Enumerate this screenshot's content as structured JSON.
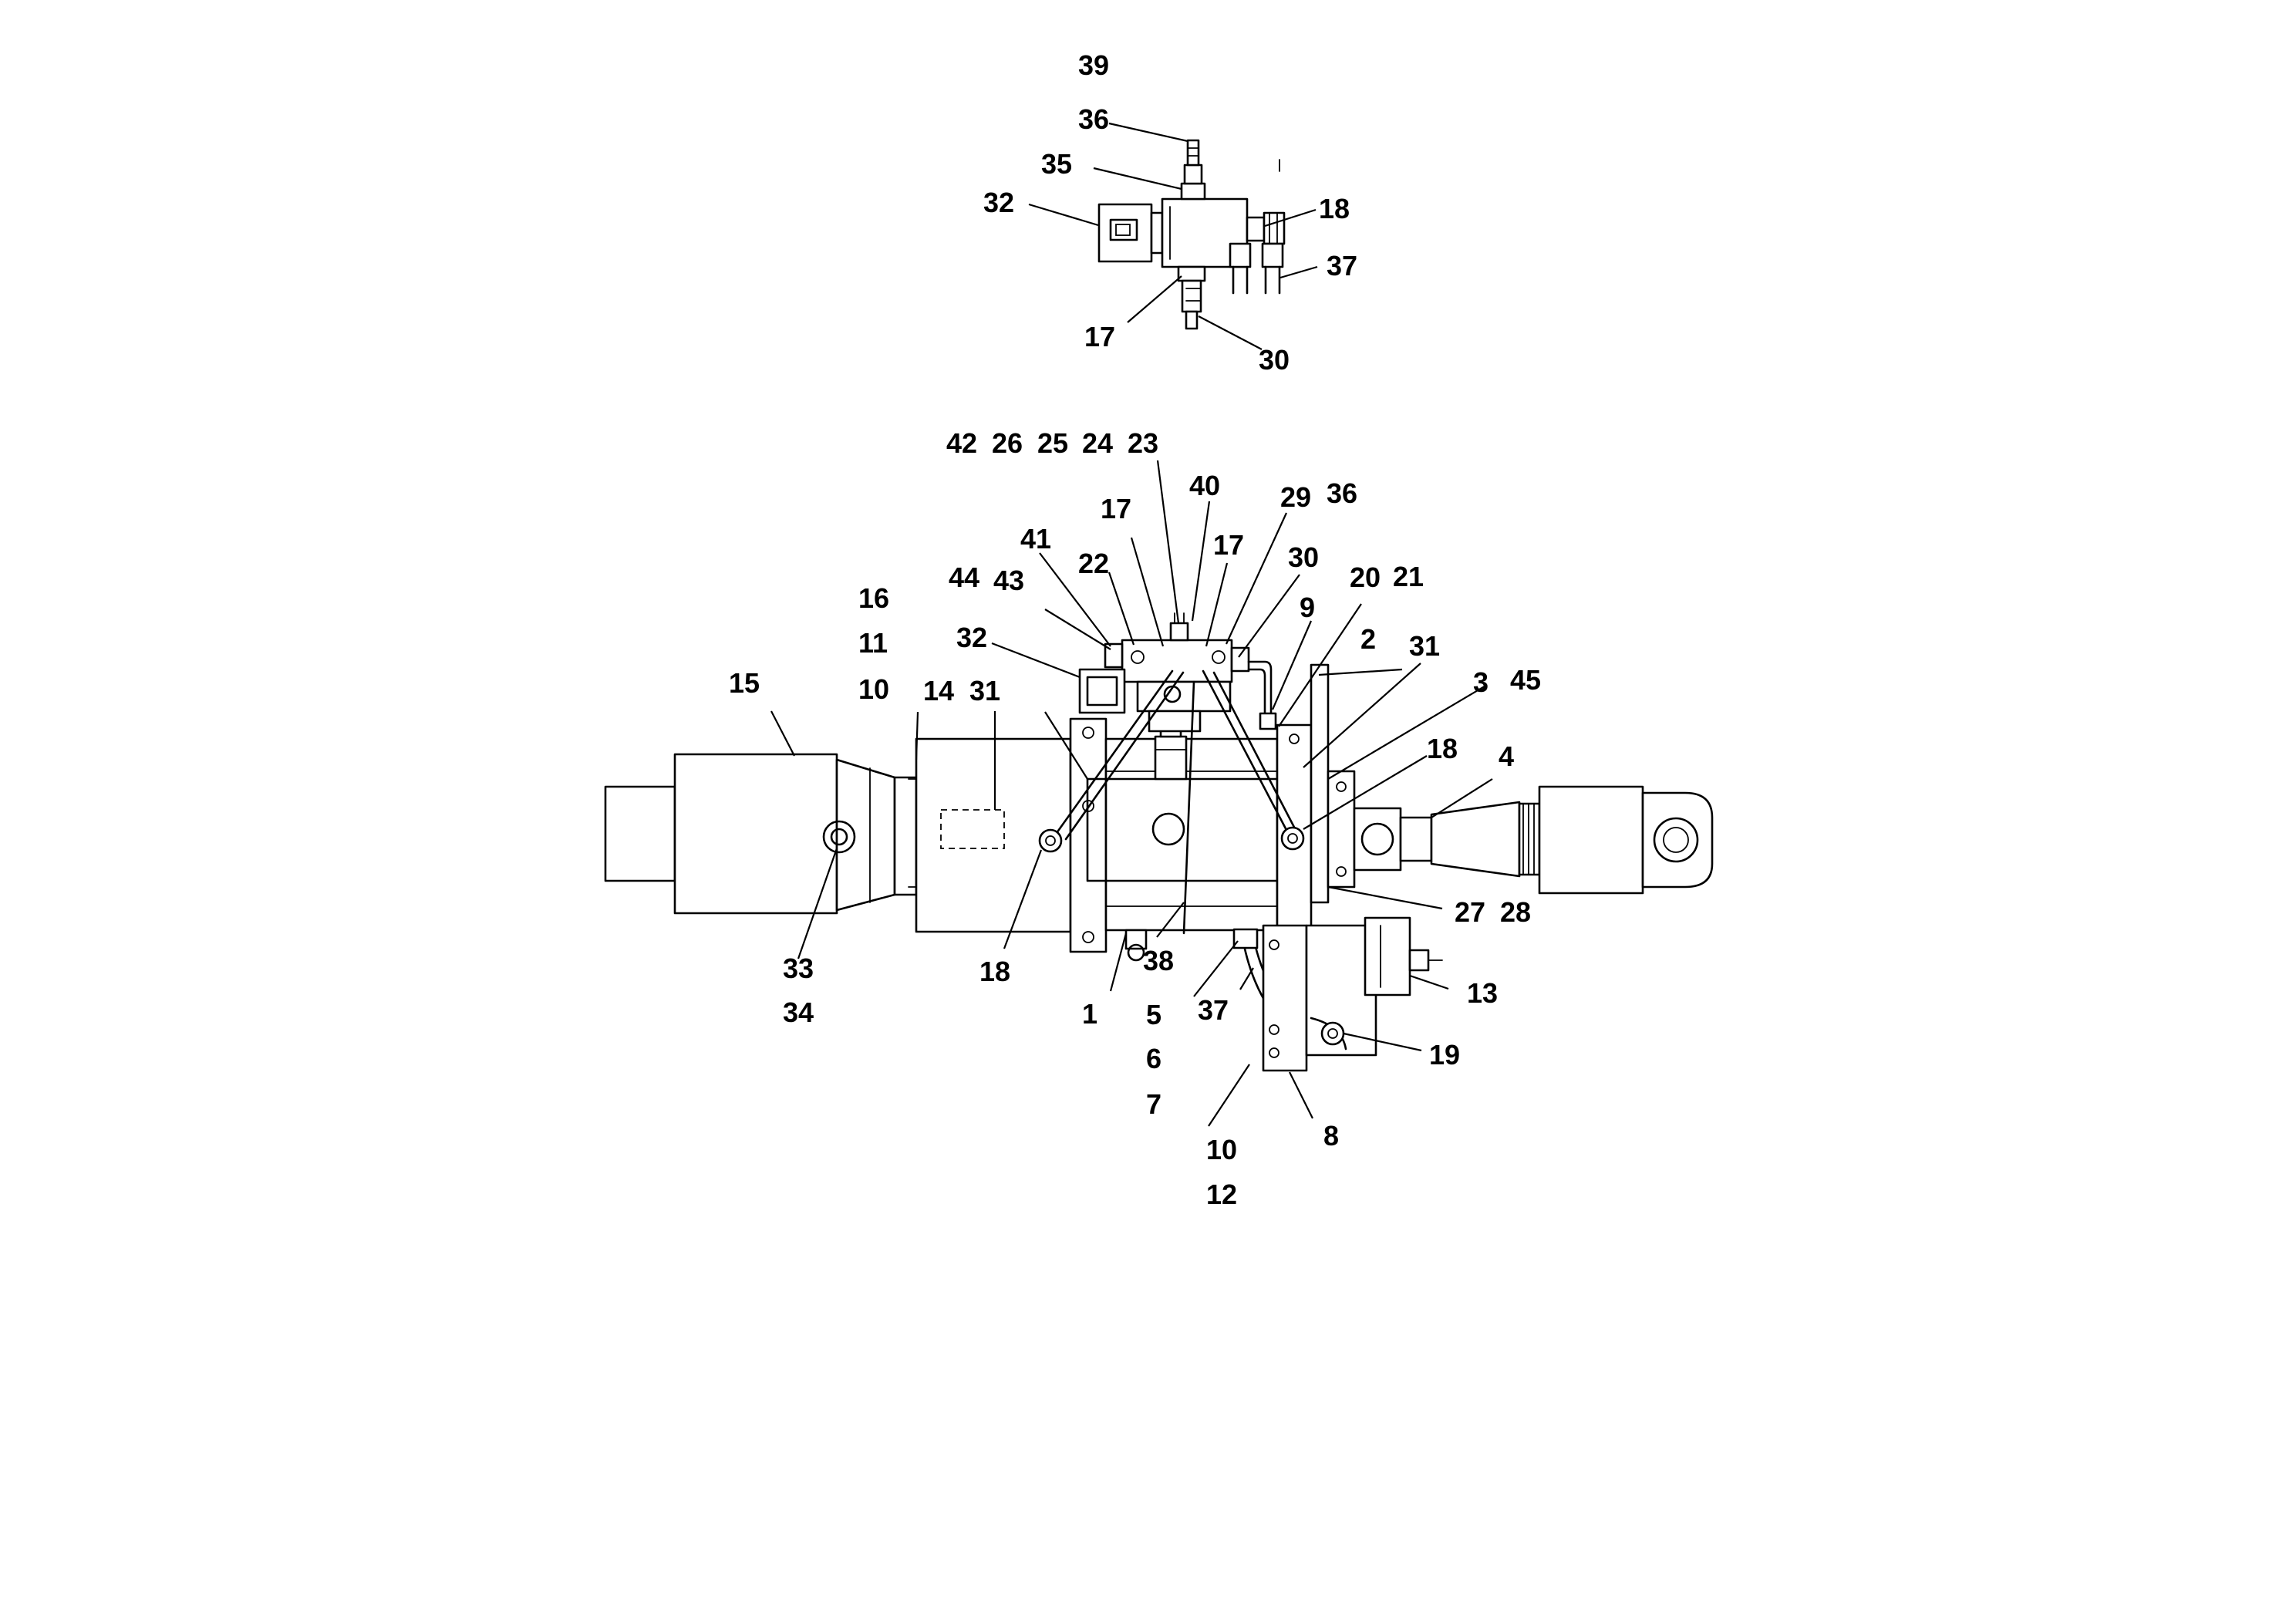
{
  "diagram": {
    "type": "exploded-parts-diagram",
    "callouts": [
      {
        "id": "c39",
        "text": "39"
      },
      {
        "id": "c36a",
        "text": "36"
      },
      {
        "id": "c35",
        "text": "35"
      },
      {
        "id": "c32a",
        "text": "32"
      },
      {
        "id": "c18a",
        "text": "18"
      },
      {
        "id": "c37a",
        "text": "37"
      },
      {
        "id": "c17a",
        "text": "17"
      },
      {
        "id": "c30a",
        "text": "30"
      },
      {
        "id": "c42",
        "text": "42"
      },
      {
        "id": "c26",
        "text": "26"
      },
      {
        "id": "c25",
        "text": "25"
      },
      {
        "id": "c24",
        "text": "24"
      },
      {
        "id": "c23",
        "text": "23"
      },
      {
        "id": "c40",
        "text": "40"
      },
      {
        "id": "c29",
        "text": "29"
      },
      {
        "id": "c36b",
        "text": "36"
      },
      {
        "id": "c17b",
        "text": "17"
      },
      {
        "id": "c41",
        "text": "41"
      },
      {
        "id": "c17c",
        "text": "17"
      },
      {
        "id": "c22",
        "text": "22"
      },
      {
        "id": "c30b",
        "text": "30"
      },
      {
        "id": "c20",
        "text": "20"
      },
      {
        "id": "c21",
        "text": "21"
      },
      {
        "id": "c44",
        "text": "44"
      },
      {
        "id": "c43",
        "text": "43"
      },
      {
        "id": "c9",
        "text": "9"
      },
      {
        "id": "c16",
        "text": "16"
      },
      {
        "id": "c2",
        "text": "2"
      },
      {
        "id": "c32b",
        "text": "32"
      },
      {
        "id": "c11",
        "text": "11"
      },
      {
        "id": "c31a",
        "text": "31"
      },
      {
        "id": "c15",
        "text": "15"
      },
      {
        "id": "c10a",
        "text": "10"
      },
      {
        "id": "c14",
        "text": "14"
      },
      {
        "id": "c31b",
        "text": "31"
      },
      {
        "id": "c3",
        "text": "3"
      },
      {
        "id": "c45",
        "text": "45"
      },
      {
        "id": "c18b",
        "text": "18"
      },
      {
        "id": "c4",
        "text": "4"
      },
      {
        "id": "c27",
        "text": "27"
      },
      {
        "id": "c28",
        "text": "28"
      },
      {
        "id": "c33",
        "text": "33"
      },
      {
        "id": "c38",
        "text": "38"
      },
      {
        "id": "c18c",
        "text": "18"
      },
      {
        "id": "c13",
        "text": "13"
      },
      {
        "id": "c34",
        "text": "34"
      },
      {
        "id": "c1",
        "text": "1"
      },
      {
        "id": "c5",
        "text": "5"
      },
      {
        "id": "c37b",
        "text": "37"
      },
      {
        "id": "c19",
        "text": "19"
      },
      {
        "id": "c6",
        "text": "6"
      },
      {
        "id": "c7",
        "text": "7"
      },
      {
        "id": "c8",
        "text": "8"
      },
      {
        "id": "c10b",
        "text": "10"
      },
      {
        "id": "c12",
        "text": "12"
      }
    ]
  }
}
